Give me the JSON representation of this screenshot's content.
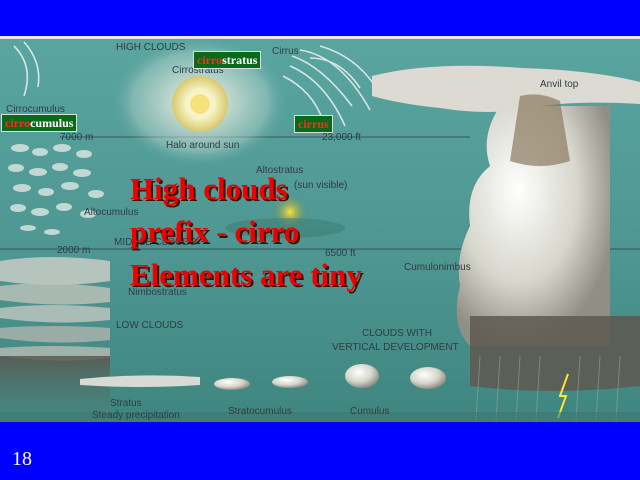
{
  "slide": {
    "background_color": "#0000ff",
    "page_number": "18"
  },
  "tags": {
    "cirrostratus": {
      "prefix": "cirro",
      "suffix": "stratus"
    },
    "cirrocumulus": {
      "prefix": "cirro",
      "suffix": "cumulus"
    },
    "cirrus": {
      "prefix": "cirrus",
      "suffix": ""
    }
  },
  "headline": [
    "High clouds",
    "prefix - cirro",
    "Elements are tiny"
  ],
  "diagram_labels": {
    "high_clouds": "HIGH CLOUDS",
    "cirrus": "Cirrus",
    "cirrostratus": "Cirrostratus",
    "cirrocumulus": "Cirrocumulus",
    "altitude_7000": "7000 m",
    "altitude_23000": "23,000 ft",
    "halo": "Halo around sun",
    "anvil_top": "Anvil top",
    "altostratus": "Altostratus",
    "sun_visible": "(sun visible)",
    "altocumulus": "Altocumulus",
    "middle_clouds": "MIDDLE CLOUDS",
    "altitude_2000": "2000 m",
    "altitude_6500": "6500 ft",
    "cumulonimbus": "Cumulonimbus",
    "nimbostratus": "Nimbostratus",
    "low_clouds": "LOW CLOUDS",
    "vertical_dev_1": "CLOUDS WITH",
    "vertical_dev_2": "VERTICAL DEVELOPMENT",
    "stratus": "Stratus",
    "steady_precip": "Steady precipitation",
    "stratocumulus": "Stratocumulus",
    "cumulus": "Cumulus"
  },
  "colors": {
    "sky": "#4e9a94",
    "tag_bg": "#0a6a1c",
    "tag_prefix": "#ff2a1a",
    "headline": "#ee0000"
  }
}
